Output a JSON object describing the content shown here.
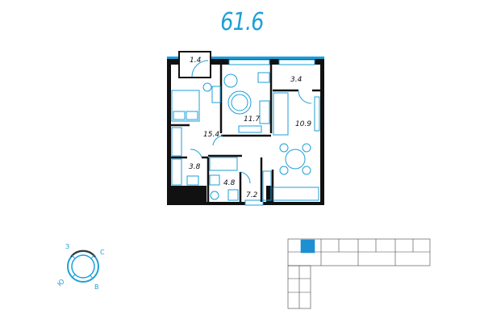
{
  "apartment": {
    "total_area": "61.6",
    "rooms": [
      {
        "name": "balcony-left",
        "area": "1.4"
      },
      {
        "name": "balcony-right",
        "area": "3.4"
      },
      {
        "name": "living-room",
        "area": "11.7"
      },
      {
        "name": "kitchen",
        "area": "10.9"
      },
      {
        "name": "bedroom",
        "area": "15.4"
      },
      {
        "name": "bathroom",
        "area": "3.8"
      },
      {
        "name": "toilet",
        "area": "4.8"
      },
      {
        "name": "hallway",
        "area": "7.2"
      }
    ]
  },
  "compass": {
    "north": "С",
    "west": "З",
    "south": "Ю",
    "east": "В"
  },
  "colors": {
    "accent": "#1e9fd8",
    "wall": "#111111",
    "highlight": "#1e8fd0"
  }
}
